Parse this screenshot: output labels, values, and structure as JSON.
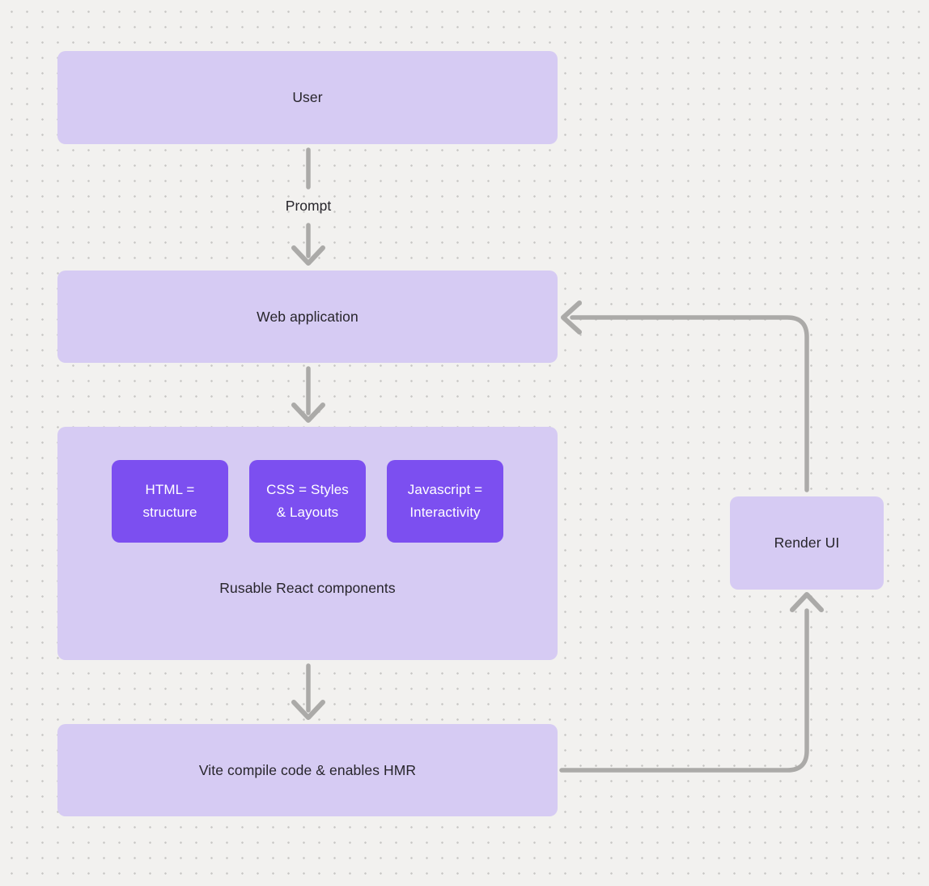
{
  "theme": {
    "canvas_bg": "#f2f1ef",
    "dot_color": "#c7c6c4",
    "node_fill": "#d6cbf3",
    "accent_fill": "#7c4ff0",
    "accent_text": "#ffffff",
    "connector_color": "#abaaa8",
    "text_color": "#27252b"
  },
  "nodes": {
    "user": "User",
    "web_application": "Web application",
    "html": {
      "line1": "HTML =",
      "line2": "structure"
    },
    "css": {
      "line1": "CSS = Styles",
      "line2": "& Layouts"
    },
    "javascript": {
      "line1": "Javascript =",
      "line2": "Interactivity"
    },
    "components_caption": "Rusable React components",
    "vite": "Vite compile code & enables HMR",
    "render_ui": "Render UI"
  },
  "labels": {
    "prompt": "Prompt"
  }
}
